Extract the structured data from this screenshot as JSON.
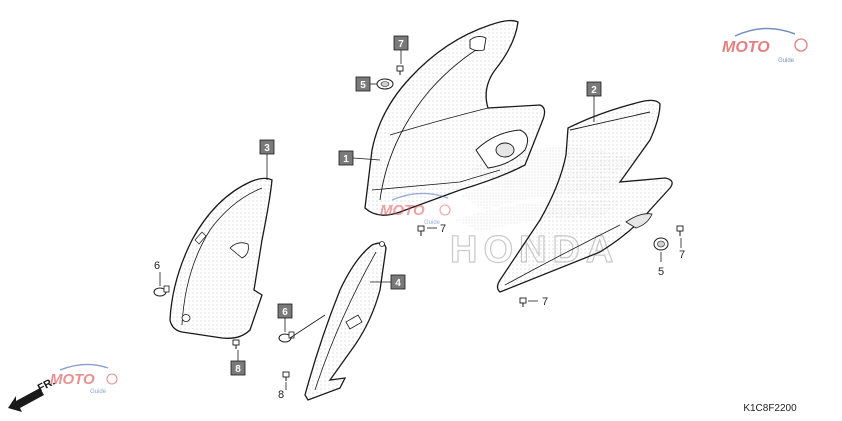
{
  "diagram_code": "K1C8F2200",
  "direction_label": "FR.",
  "watermark": {
    "text": "MOTO",
    "subtext": "Guide"
  },
  "callouts": {
    "part1": "1",
    "part2": "2",
    "part3": "3",
    "part4": "4",
    "part5_top": "5",
    "part5_right": "5",
    "part6_left": "6",
    "part6_mid": "6",
    "part7_top": "7",
    "part7_center": "7",
    "part7_right": "7",
    "part7_bottom": "7",
    "part8_left": "8",
    "part8_mid": "8"
  },
  "colors": {
    "line": "#1a1a1a",
    "box_fill": "#7a7a7a",
    "watermark_red": "#d84a4a",
    "watermark_blue": "#3b5fb0"
  }
}
